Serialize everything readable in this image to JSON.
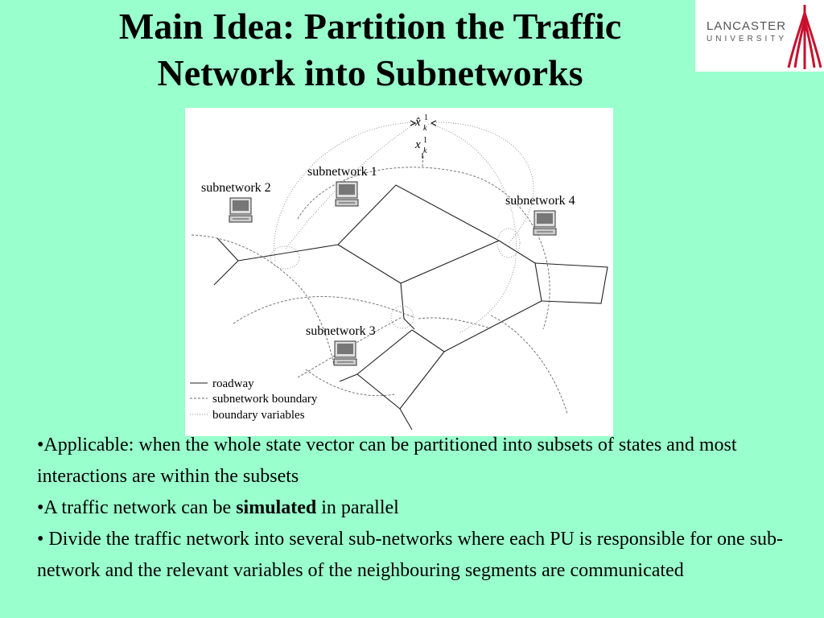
{
  "slide": {
    "title_line1": "Main Idea: Partition the Traffic",
    "title_line2": "Network into Subnetworks"
  },
  "logo": {
    "line1": "LANCASTER",
    "line2": "UNIVERSITY",
    "brand_color": "#c8102e"
  },
  "figure": {
    "labels": {
      "sub1": "subnetwork 1",
      "sub2": "subnetwork 2",
      "sub3": "subnetwork 3",
      "sub4": "subnetwork 4",
      "x_hat": "x̂",
      "x": "x",
      "sup": "1",
      "sub": "k"
    },
    "legend": {
      "roadway": "roadway",
      "boundary": "subnetwork boundary",
      "variables": "boundary variables"
    }
  },
  "bullets": {
    "b1": "•Applicable: when the whole state vector can be partitioned into subsets of states and most interactions are within the subsets",
    "b2_pre": "•A traffic network can be ",
    "b2_bold": "simulated",
    "b2_post": " in parallel",
    "b3": "• Divide the traffic network into several sub-networks where each PU is responsible for one sub-network and the relevant variables of the neighbouring segments are communicated"
  },
  "colors": {
    "background": "#99ffcc",
    "figure_background": "#ffffff"
  }
}
